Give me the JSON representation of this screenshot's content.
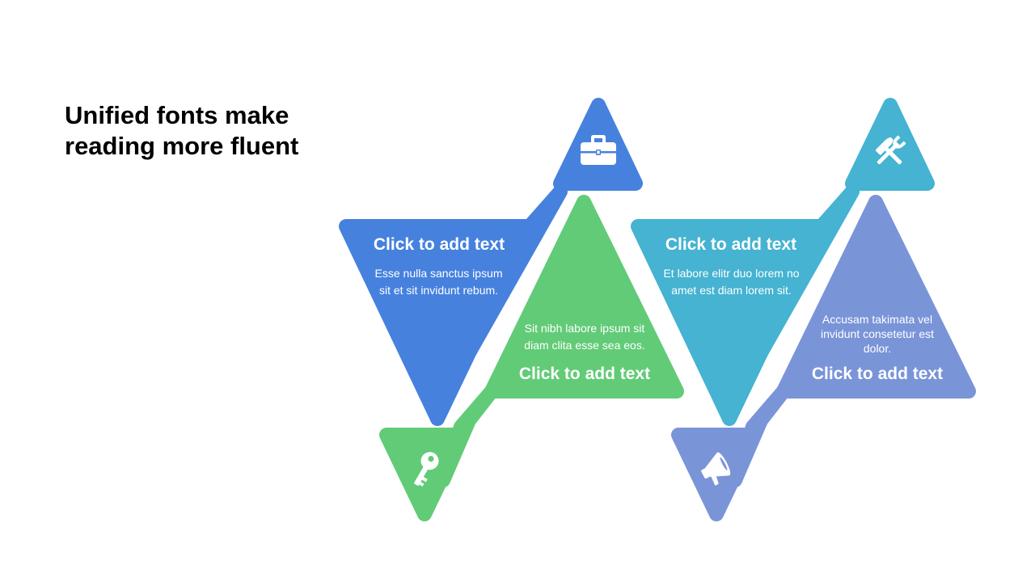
{
  "title": "Unified fonts make reading more fluent",
  "colors": {
    "blue": "#4681DE",
    "green": "#62CB77",
    "teal": "#45B3D1",
    "periwinkle": "#7A94D8",
    "text_on_shape": "#FFFFFF",
    "title_text": "#000000"
  },
  "items": [
    {
      "heading": "Click to add text",
      "body": "Esse nulla sanctus ipsum sit et sit invidunt rebum.",
      "icon": "briefcase-icon",
      "color": "#4681DE"
    },
    {
      "heading": "Click to add text",
      "body": "Sit nibh labore ipsum sit diam clita esse sea eos.",
      "icon": "key-icon",
      "color": "#62CB77"
    },
    {
      "heading": "Click to add text",
      "body": "Et labore elitr duo lorem no amet est diam lorem sit.",
      "icon": "hammer-wrench-icon",
      "color": "#45B3D1"
    },
    {
      "heading": "Click to add text",
      "body": "Accusam takimata vel invidunt consetetur est dolor.",
      "icon": "megaphone-icon",
      "color": "#7A94D8"
    }
  ]
}
